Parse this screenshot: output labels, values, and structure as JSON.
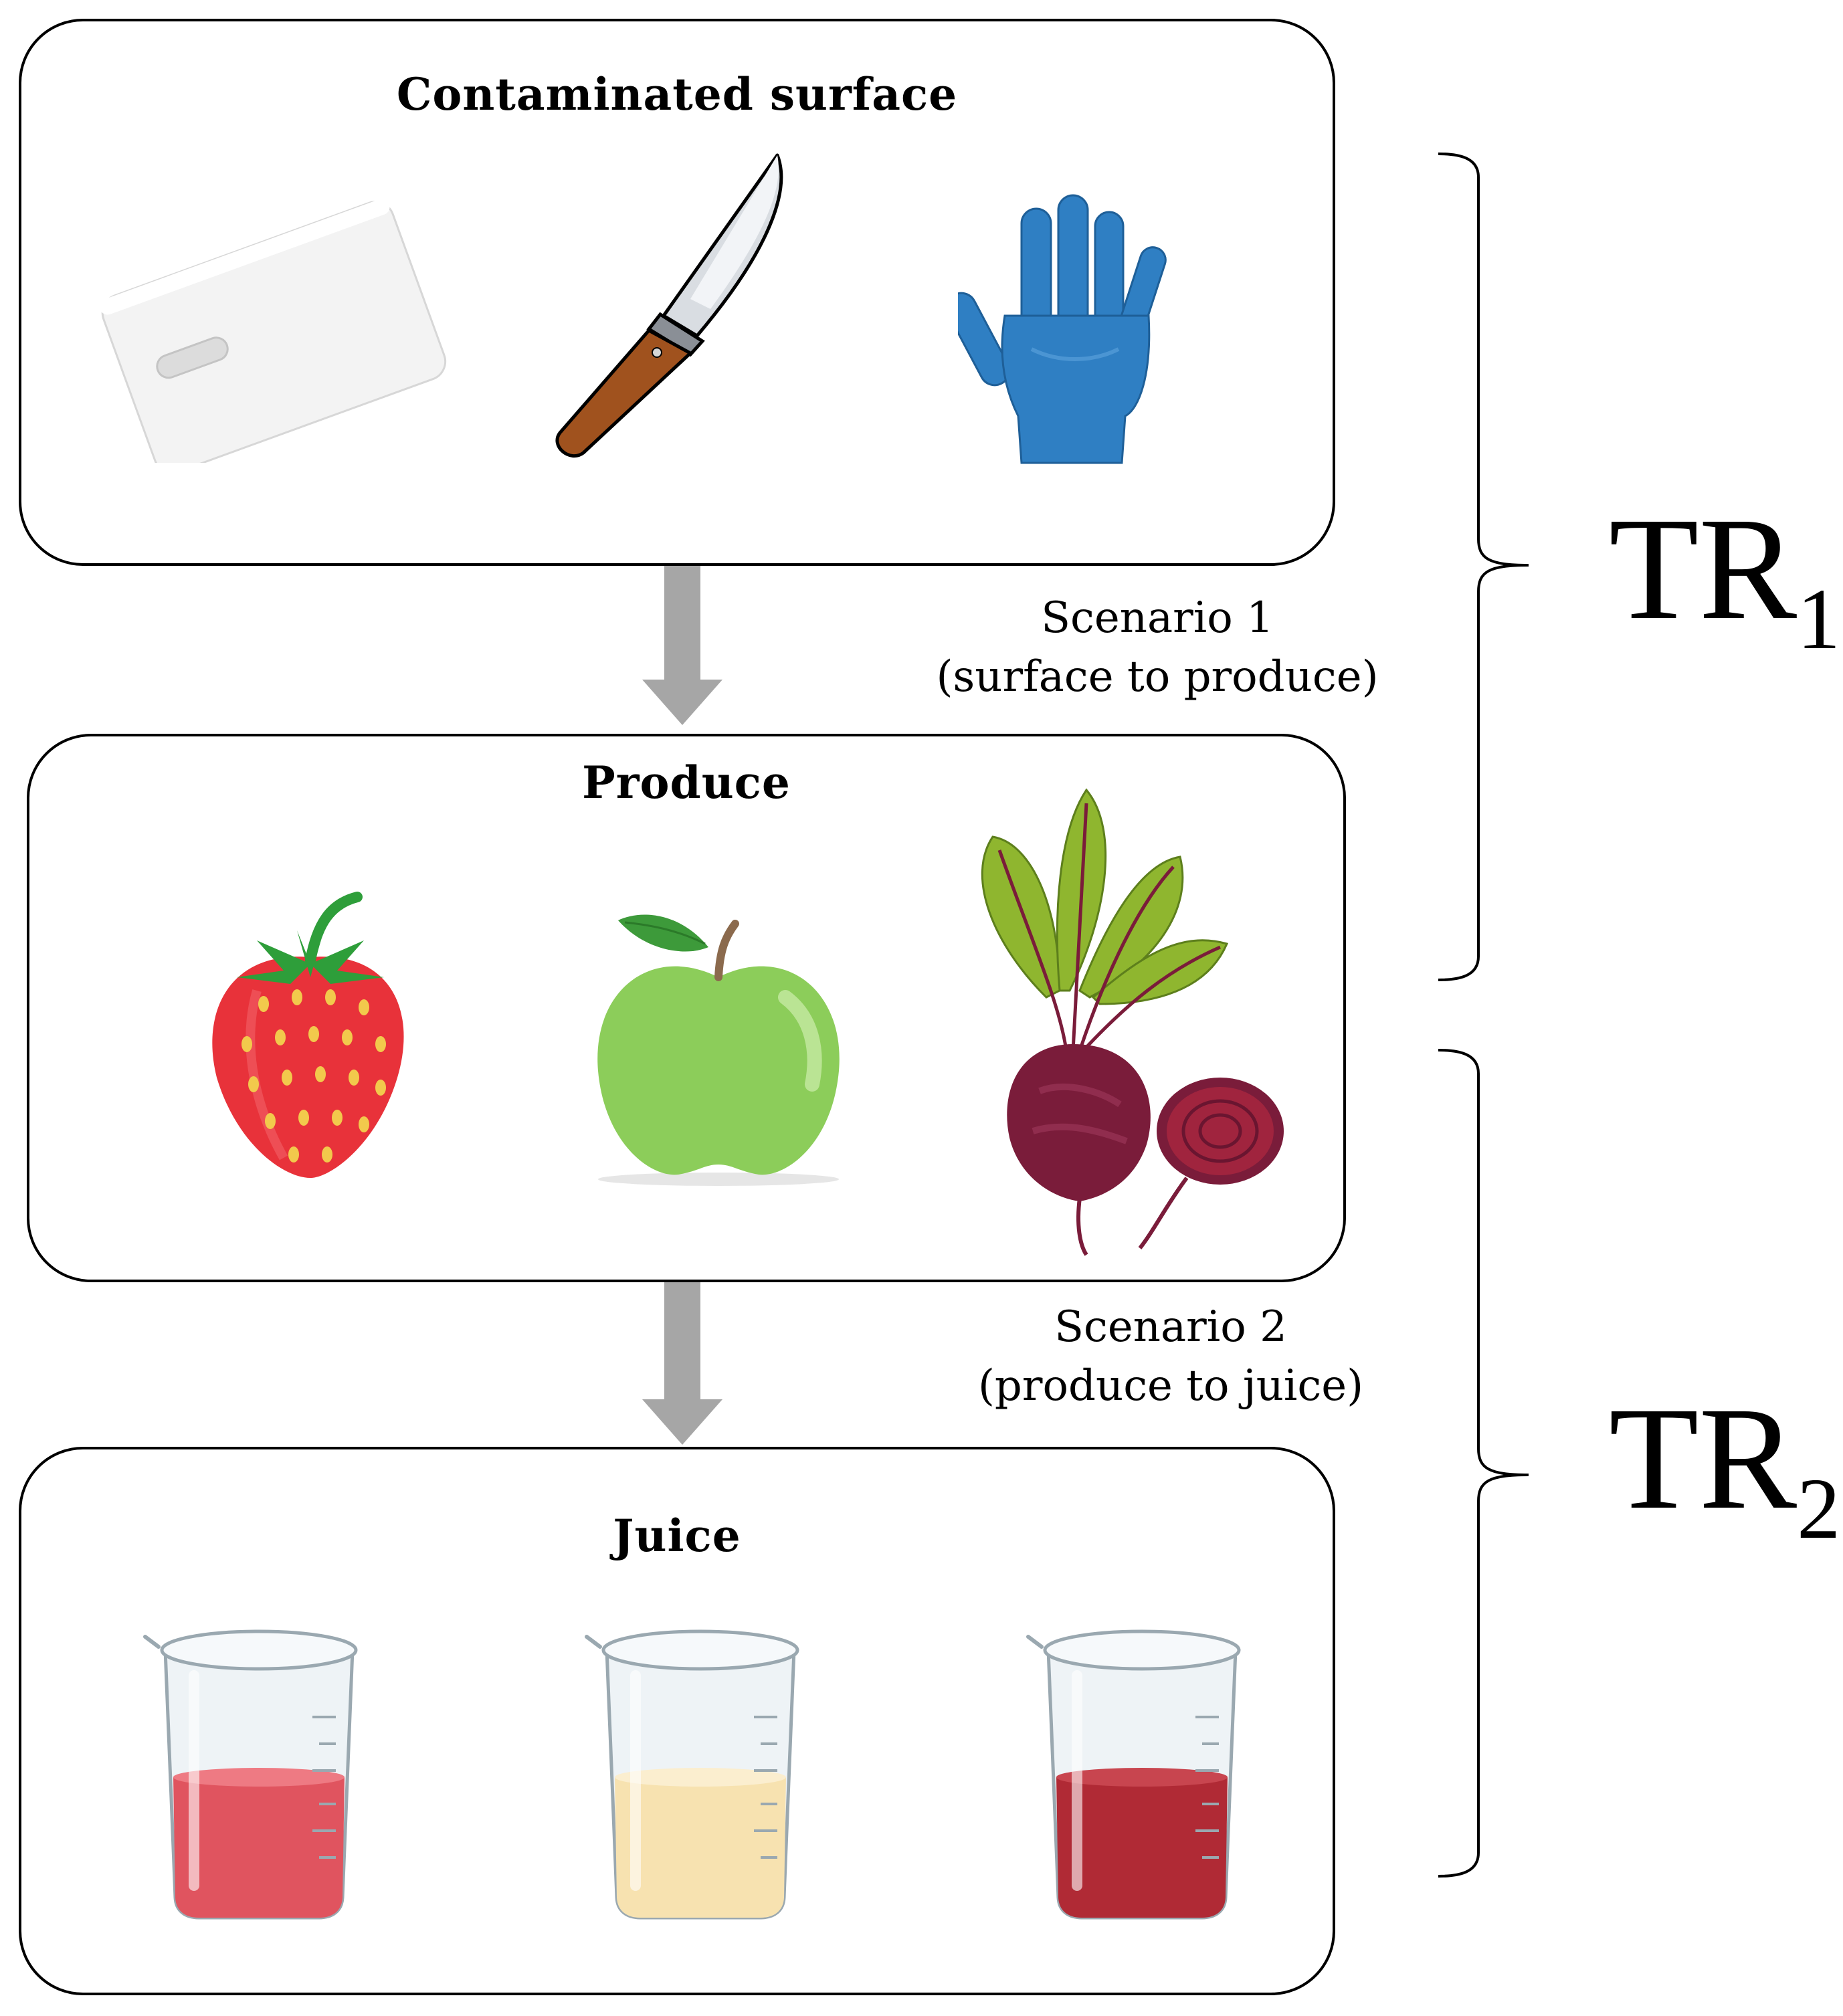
{
  "panels": {
    "surface": {
      "title": "Contaminated surface"
    },
    "produce": {
      "title": "Produce"
    },
    "juice": {
      "title": "Juice"
    }
  },
  "scenarios": {
    "s1": {
      "line1": "Scenario 1",
      "line2": "(surface to produce)"
    },
    "s2": {
      "line1": "Scenario 2",
      "line2": "(produce to juice)"
    }
  },
  "transfer": {
    "tr1": {
      "base": "TR",
      "sub": "1"
    },
    "tr2": {
      "base": "TR",
      "sub": "2"
    }
  },
  "icons": {
    "surface": [
      "cutting-board-icon",
      "knife-icon",
      "glove-icon"
    ],
    "produce": [
      "strawberry-icon",
      "apple-icon",
      "beet-icon"
    ],
    "juice": [
      "beaker-red-icon",
      "beaker-yellow-icon",
      "beaker-darkred-icon"
    ]
  },
  "colors": {
    "arrow": "#a6a6a6",
    "glove": "#2f7fc3",
    "strawberry": "#e8323a",
    "apple": "#8ccd5a",
    "beet": "#7a1c3a",
    "juice_red": "#e0545f",
    "juice_yellow": "#f7e2b0",
    "juice_darkred": "#b02a35"
  }
}
